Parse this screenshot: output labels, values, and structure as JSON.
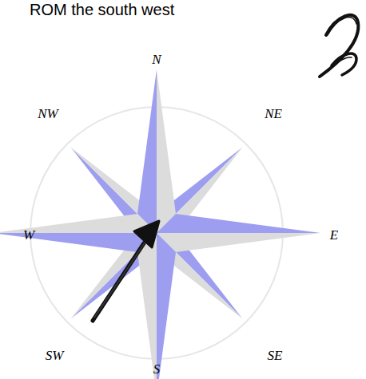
{
  "diagram": {
    "labels": [
      "ROM the south west",
      "N",
      "NE",
      "E",
      "SE",
      "S",
      "SW",
      "W",
      "NW"
    ]
  }
}
